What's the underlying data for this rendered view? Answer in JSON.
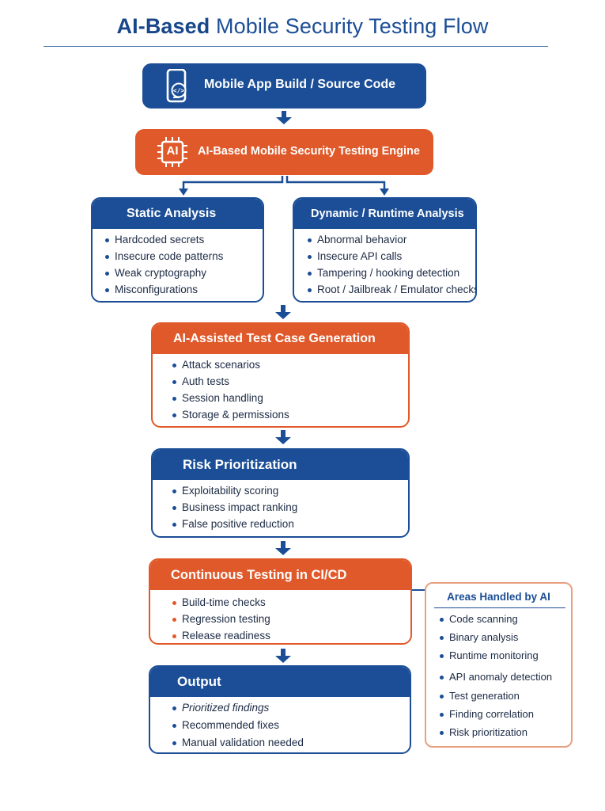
{
  "title": {
    "bold": "AI-Based",
    "rest": " Mobile Security Testing Flow"
  },
  "icons": {
    "phone": "mobile-code-icon",
    "chip": "ai-chip-icon"
  },
  "colors": {
    "blue": "#1b4e96",
    "orange": "#e0592a",
    "side_border": "#e8a080"
  },
  "source": {
    "label": "Mobile App Build / Source Code"
  },
  "engine": {
    "label": "AI-Based Mobile Security Testing Engine",
    "chip_text": "AI"
  },
  "static": {
    "title": "Static Analysis",
    "items": [
      "Hardcoded secrets",
      "Insecure code patterns",
      "Weak cryptography",
      "Misconfigurations"
    ]
  },
  "dynamic": {
    "title": "Dynamic / Runtime Analysis",
    "items": [
      "Abnormal behavior",
      "Insecure API calls",
      "Tampering / hooking detection",
      "Root / Jailbreak / Emulator checks"
    ]
  },
  "testgen": {
    "title": "AI-Assisted Test Case Generation",
    "items": [
      "Attack scenarios",
      "Auth tests",
      "Session handling",
      "Storage & permissions"
    ]
  },
  "risk": {
    "title": "Risk Prioritization",
    "items": [
      "Exploitability scoring",
      "Business impact ranking",
      "False positive reduction"
    ]
  },
  "cicd": {
    "title": "Continuous Testing in CI/CD",
    "items": [
      "Build-time checks",
      "Regression testing",
      "Release readiness"
    ]
  },
  "output": {
    "title": "Output",
    "items": [
      "Prioritized findings",
      "Recommended fixes",
      "Manual validation needed"
    ]
  },
  "areas": {
    "title": "Areas Handled by AI",
    "items": [
      "Code scanning",
      "Binary analysis",
      "Runtime monitoring",
      "API anomaly detection",
      "Test generation",
      "Finding correlation",
      "Risk prioritization"
    ]
  }
}
